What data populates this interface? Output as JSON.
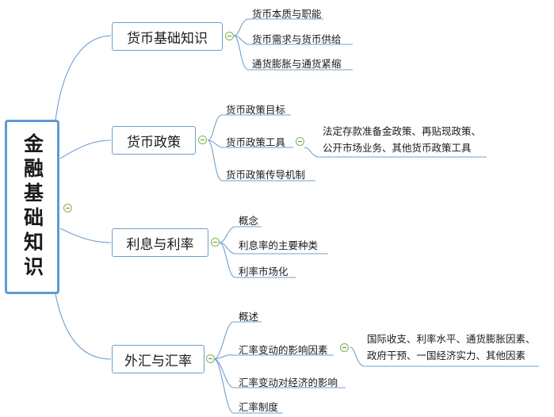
{
  "root": {
    "label": "金融基础知识"
  },
  "branches": [
    {
      "label": "货币基础知识",
      "children": [
        "货币本质与职能",
        "货币需求与货币供给",
        "通货膨胀与通货紧缩"
      ]
    },
    {
      "label": "货币政策",
      "children": [
        "货币政策目标",
        "货币政策工具",
        "货币政策传导机制"
      ],
      "note": [
        "法定存款准备金政策、再贴现政策、",
        "公开市场业务、其他货币政策工具"
      ]
    },
    {
      "label": "利息与利率",
      "children": [
        "概念",
        "利息率的主要种类",
        "利率市场化"
      ]
    },
    {
      "label": "外汇与汇率",
      "children": [
        "概述",
        "汇率变动的影响因素",
        "汇率变动对经济的影响",
        "汇率制度"
      ],
      "note": [
        "国际收支、利率水平、通货膨胀因素、",
        "政府干预、一国经济实力、其他因素"
      ]
    }
  ],
  "colors": {
    "root_border": "#5b9bd5",
    "branch_border": "#6b9dd0",
    "connector": "#6f9fd0",
    "toggle": "#7fb24a"
  }
}
